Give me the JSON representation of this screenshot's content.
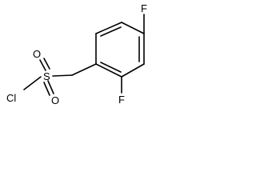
{
  "molecule": {
    "atoms": {
      "f_top": "F",
      "f_bottom": "F",
      "sulfur": "S",
      "oxygen_top": "O",
      "oxygen_bottom": "O",
      "chlorine": "Cl"
    }
  }
}
